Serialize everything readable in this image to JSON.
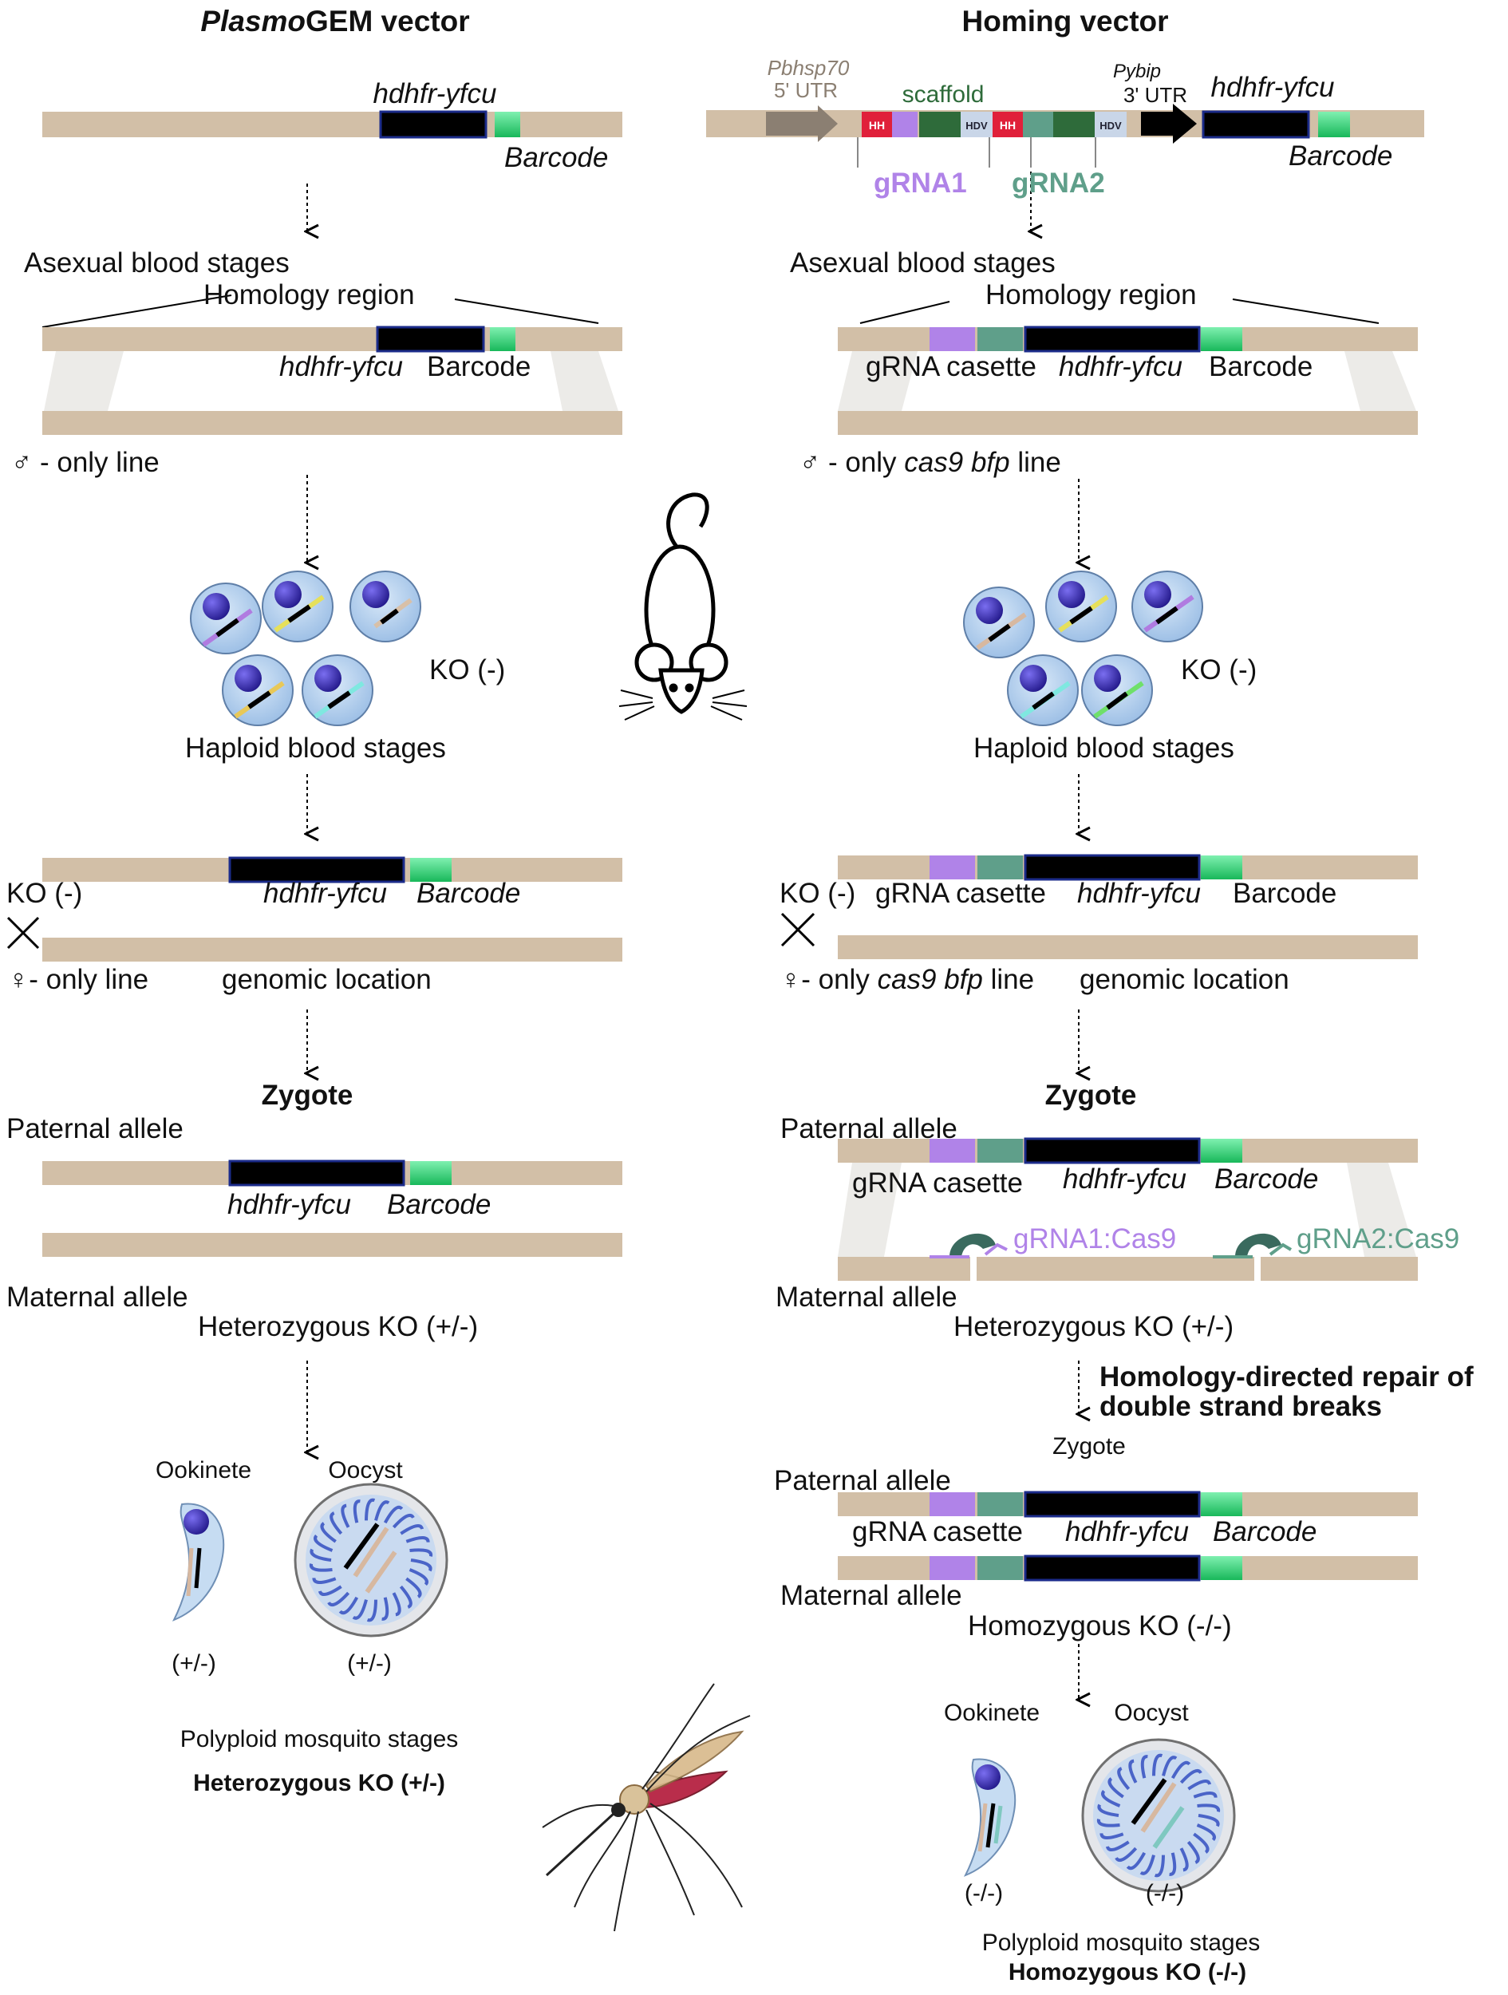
{
  "left": {
    "title_italic": "Plasmo",
    "title_rest": "GEM vector",
    "gene": "hdhfr-yfcu",
    "barcode": "Barcode",
    "asexual": "Asexual blood stages",
    "homology": "Homology region",
    "gene2": "hdhfr-yfcu",
    "barcode2": "Barcode",
    "male_line": "♂ - only line",
    "ko": "KO (-)",
    "haploid": "Haploid blood stages",
    "ko2": "KO (-)",
    "gene3": "hdhfr-yfcu",
    "barcode3": "Barcode",
    "female_line": "♀- only line",
    "genomic": "genomic location",
    "zygote": "Zygote",
    "paternal": "Paternal allele",
    "gene4": "hdhfr-yfcu",
    "barcode4": "Barcode",
    "maternal": "Maternal allele",
    "het": "Heterozygous KO (+/-)",
    "ookinete": "Ookinete",
    "oocyst": "Oocyst",
    "ook_geno": "(+/-)",
    "ooc_geno": "(+/-)",
    "polyploid": "Polyploid mosquito stages",
    "final": "Heterozygous KO (+/-)"
  },
  "right": {
    "title": "Homing vector",
    "promoter": "Pbhsp70",
    "utr5": "5' UTR",
    "scaffold": "scaffold",
    "pybip": "Pybip",
    "utr3": "3' UTR",
    "gene": "hdhfr-yfcu",
    "hh": "HH",
    "hdv": "HDV",
    "grna1": "gRNA1",
    "grna2": "gRNA2",
    "barcode": "Barcode",
    "asexual": "Asexual blood stages",
    "homology": "Homology region",
    "cassette": "gRNA casette",
    "gene2": "hdhfr-yfcu",
    "barcode2": "Barcode",
    "male_prefix": "♂ - only ",
    "male_italic": "cas9 bfp",
    "male_suffix": " line",
    "ko": "KO (-)",
    "haploid": "Haploid blood stages",
    "ko2": "KO (-)",
    "cassette2": "gRNA casette",
    "gene3": "hdhfr-yfcu",
    "barcode3": "Barcode",
    "female_prefix": "♀- only ",
    "female_italic": "cas9 bfp",
    "female_suffix": " line",
    "genomic": "genomic location",
    "zygote": "Zygote",
    "paternal": "Paternal allele",
    "cassette3": "gRNA casette",
    "gene4": "hdhfr-yfcu",
    "barcode4": "Barcode",
    "g1cas": "gRNA1:Cas9",
    "g2cas": "gRNA2:Cas9",
    "maternal": "Maternal allele",
    "het": "Heterozygous KO (+/-)",
    "hdr1": "Homology-directed repair of",
    "hdr2": "double strand breaks",
    "zygote2": "Zygote",
    "paternal2": "Paternal allele",
    "cassette4": "gRNA casette",
    "gene5": "hdhfr-yfcu",
    "barcode5": "Barcode",
    "maternal2": "Maternal allele",
    "hom": "Homozygous KO (-/-)",
    "ookinete": "Ookinete",
    "oocyst": "Oocyst",
    "ook_geno": "(-/-)",
    "ooc_geno": "(-/-)",
    "polyploid": "Polyploid mosquito stages",
    "final": "Homozygous KO (-/-)"
  },
  "colors": {
    "chromosome": "#d2bfa7",
    "gene_block": "#000000",
    "barcode": "#2ecc71",
    "hh": "#e0203a",
    "grna1": "#b083e8",
    "grna2": "#5f9f8a",
    "scaffold": "#2e6b3a",
    "hdv": "#c9d6e8",
    "cell": "#b7d3ef",
    "nucleus": "#4b3fb3",
    "oocyst_stripes": "#4a64c8"
  },
  "icons": [
    "mouse-icon",
    "mosquito-icon",
    "cross-icon",
    "ookinete-icon",
    "oocyst-icon"
  ]
}
